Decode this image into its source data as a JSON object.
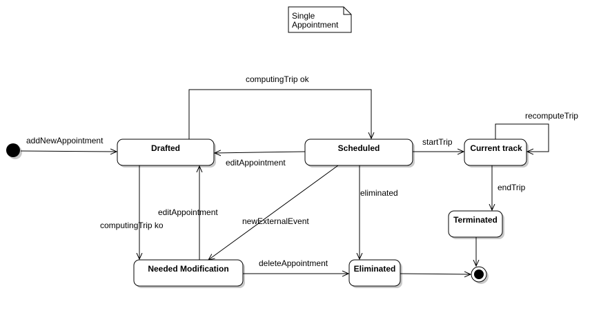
{
  "note": {
    "line1": "Single",
    "line2": "Appointment"
  },
  "states": {
    "drafted": "Drafted",
    "scheduled": "Scheduled",
    "current_track": "Current track",
    "terminated": "Terminated",
    "needed_modification": "Needed Modification",
    "eliminated": "Eliminated"
  },
  "transitions": {
    "add_new_appointment": "addNewAppointment",
    "computing_trip_ok": "computingTrip ok",
    "edit_appointment_from_scheduled": "editAppointment",
    "start_trip": "startTrip",
    "recompute_trip": "recomputeTrip",
    "end_trip": "endTrip",
    "eliminated": "eliminated",
    "new_external_event": "newExternalEvent",
    "edit_appointment_from_modification": "editAppointment",
    "computing_trip_ko": "computingTrip ko",
    "delete_appointment": "deleteAppointment"
  }
}
